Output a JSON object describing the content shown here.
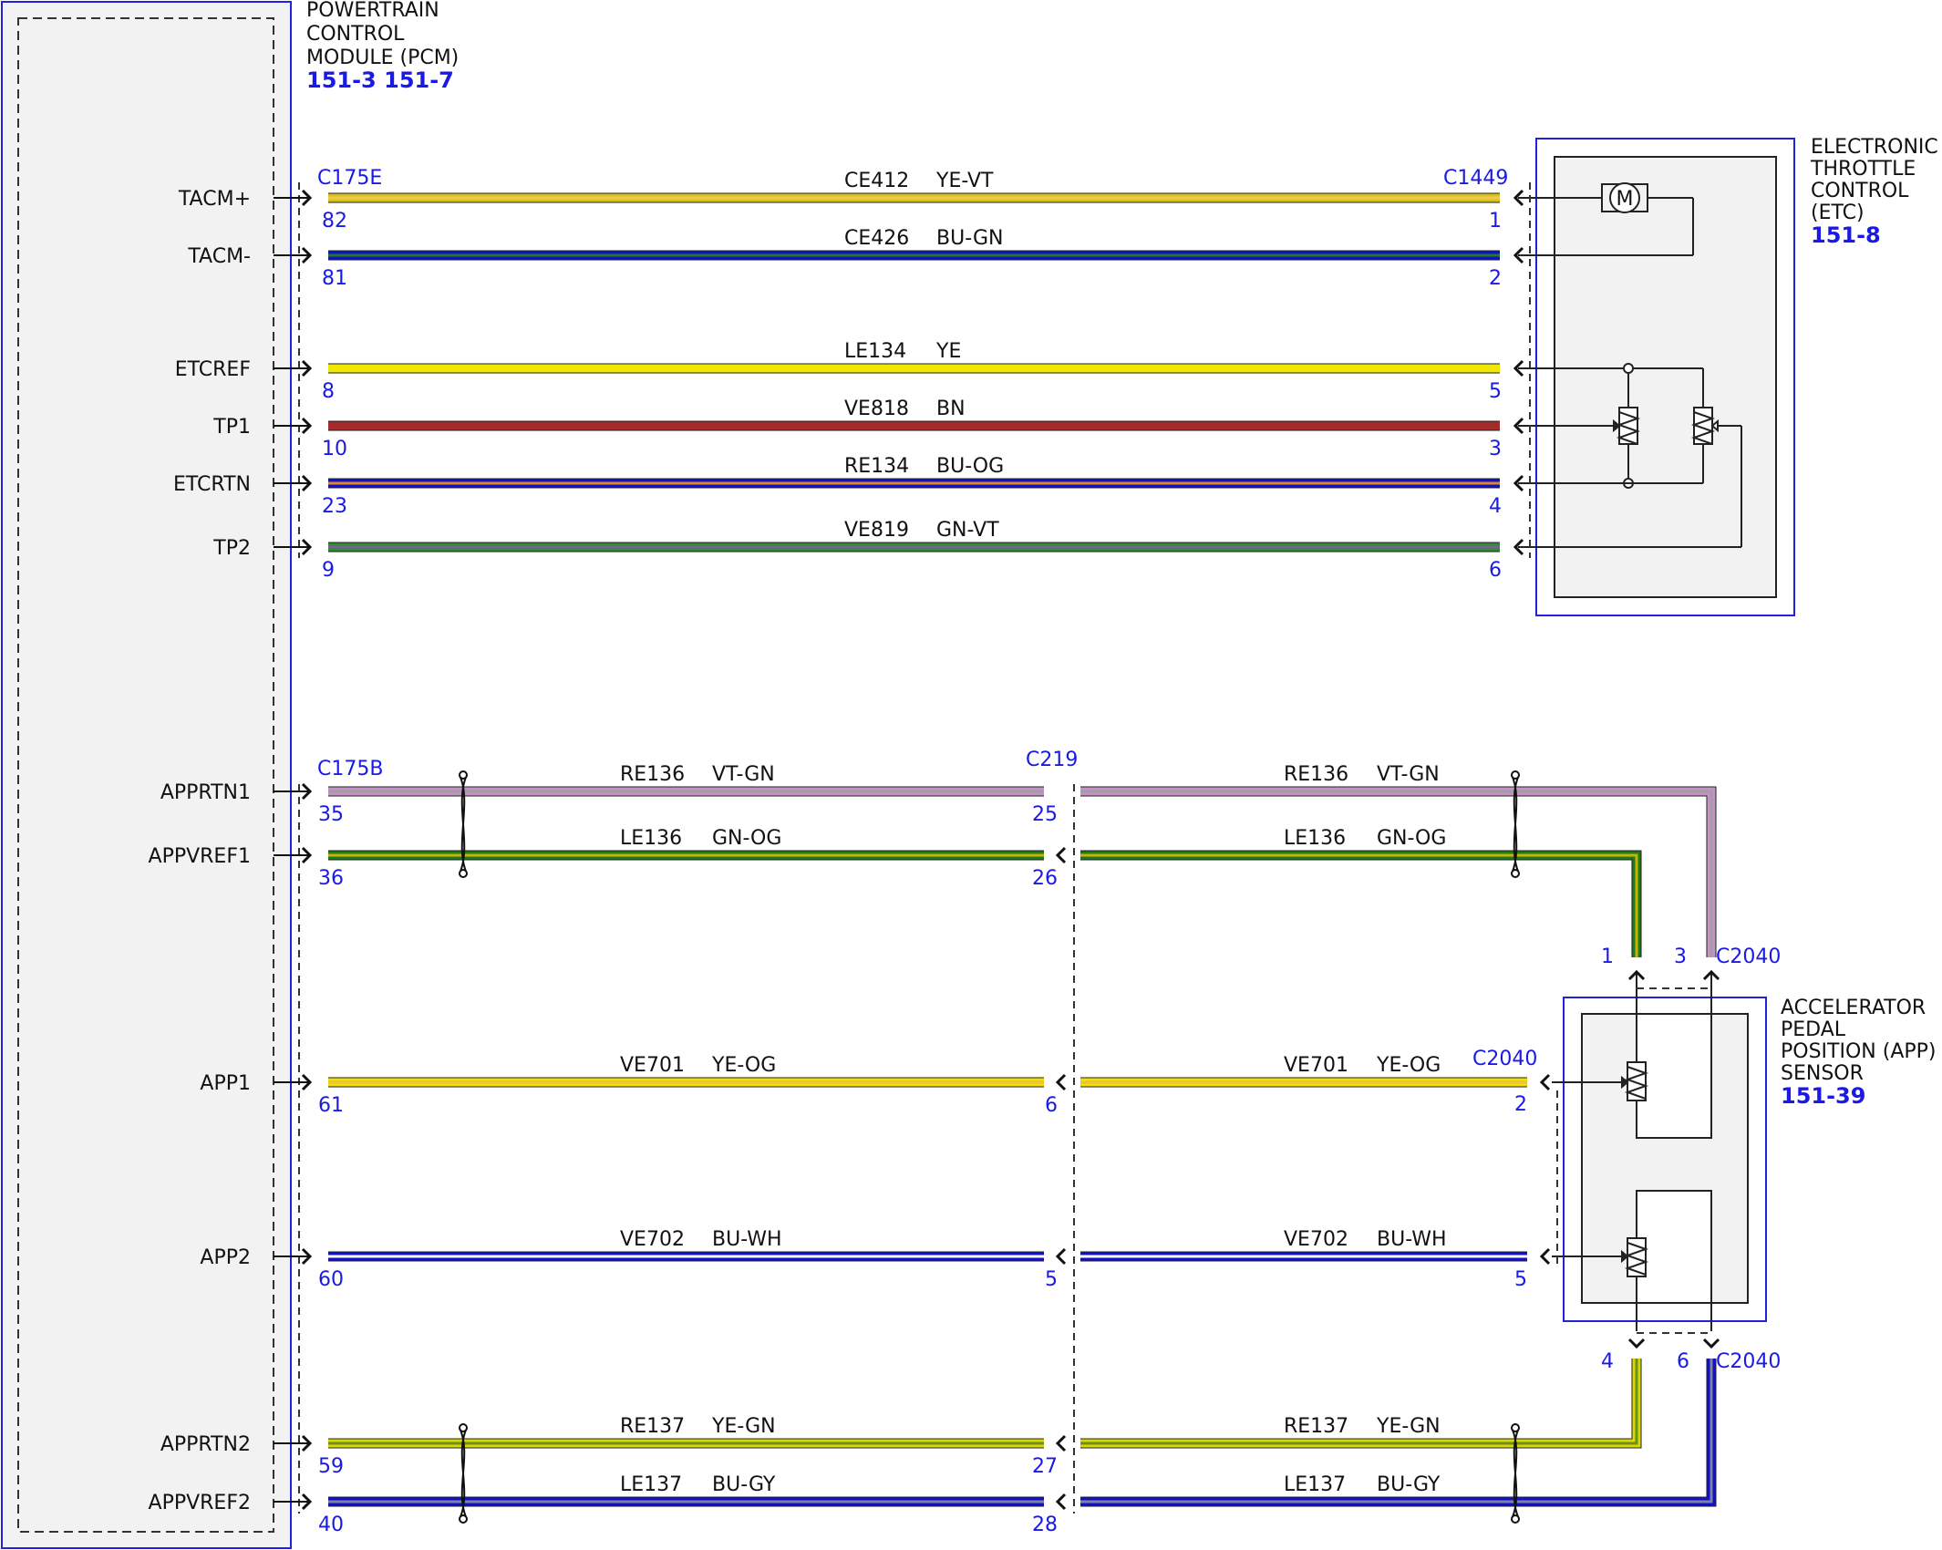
{
  "pcm": {
    "name_lines": [
      "POWERTRAIN",
      "CONTROL",
      "MODULE (PCM)"
    ],
    "refs": "151-3 151-7",
    "connectors": {
      "c1": "C175E",
      "c2": "C175B"
    }
  },
  "etc": {
    "name_lines": [
      "ELECTRONIC",
      "THROTTLE",
      "CONTROL",
      "(ETC)"
    ],
    "ref": "151-8",
    "connector": "C1449",
    "motor_label": "M"
  },
  "app_sensor": {
    "name_lines": [
      "ACCELERATOR",
      "PEDAL",
      "POSITION (APP)",
      "SENSOR"
    ],
    "ref": "151-39",
    "connector": "C2040"
  },
  "inline_connector": "C219",
  "colors": {
    "YE-VT": [
      "#d8c21a",
      "#f2c94c"
    ],
    "BU-GN": [
      "#1111cc",
      "#1f7a1f"
    ],
    "YE": [
      "#f0e800",
      "#f0e800"
    ],
    "BN": [
      "#a52a2a",
      "#a52a2a"
    ],
    "BU-OG": [
      "#1111cc",
      "#e08a1e"
    ],
    "GN-VT": [
      "#2e8b2e",
      "#7a5fa0"
    ],
    "VT-GN": [
      "#c890c8",
      "#a0a0a0"
    ],
    "GN-OG": [
      "#1f7a1f",
      "#c8b400"
    ],
    "YE-OG": [
      "#f0e000",
      "#f0c040"
    ],
    "BU-WH": [
      "#1111cc",
      "#ffffff"
    ],
    "YE-GN": [
      "#d8d800",
      "#6b8e23"
    ],
    "BU-GY": [
      "#1111cc",
      "#8080a0"
    ],
    "box": "#2222dd"
  },
  "etc_circuits": [
    {
      "signal": "TACM+",
      "circuit": "CE412",
      "color": "YE-VT",
      "pcm_pin": "82",
      "etc_pin": "1"
    },
    {
      "signal": "TACM-",
      "circuit": "CE426",
      "color": "BU-GN",
      "pcm_pin": "81",
      "etc_pin": "2"
    },
    {
      "signal": "ETCREF",
      "circuit": "LE134",
      "color": "YE",
      "pcm_pin": "8",
      "etc_pin": "5"
    },
    {
      "signal": "TP1",
      "circuit": "VE818",
      "color": "BN",
      "pcm_pin": "10",
      "etc_pin": "3"
    },
    {
      "signal": "ETCRTN",
      "circuit": "RE134",
      "color": "BU-OG",
      "pcm_pin": "23",
      "etc_pin": "4"
    },
    {
      "signal": "TP2",
      "circuit": "VE819",
      "color": "GN-VT",
      "pcm_pin": "9",
      "etc_pin": "6"
    }
  ],
  "app_circuits": [
    {
      "signal": "APPRTN1",
      "circuit": "RE136",
      "color": "VT-GN",
      "pcm_pin": "35",
      "c219_pin": "25",
      "app_pin": "3"
    },
    {
      "signal": "APPVREF1",
      "circuit": "LE136",
      "color": "GN-OG",
      "pcm_pin": "36",
      "c219_pin": "26",
      "app_pin": "1"
    },
    {
      "signal": "APP1",
      "circuit": "VE701",
      "color": "YE-OG",
      "pcm_pin": "61",
      "c219_pin": "6",
      "app_pin": "2"
    },
    {
      "signal": "APP2",
      "circuit": "VE702",
      "color": "BU-WH",
      "pcm_pin": "60",
      "c219_pin": "5",
      "app_pin": "5"
    },
    {
      "signal": "APPRTN2",
      "circuit": "RE137",
      "color": "YE-GN",
      "pcm_pin": "59",
      "c219_pin": "27",
      "app_pin": "4"
    },
    {
      "signal": "APPVREF2",
      "circuit": "LE137",
      "color": "BU-GY",
      "pcm_pin": "40",
      "c219_pin": "28",
      "app_pin": "6"
    }
  ]
}
